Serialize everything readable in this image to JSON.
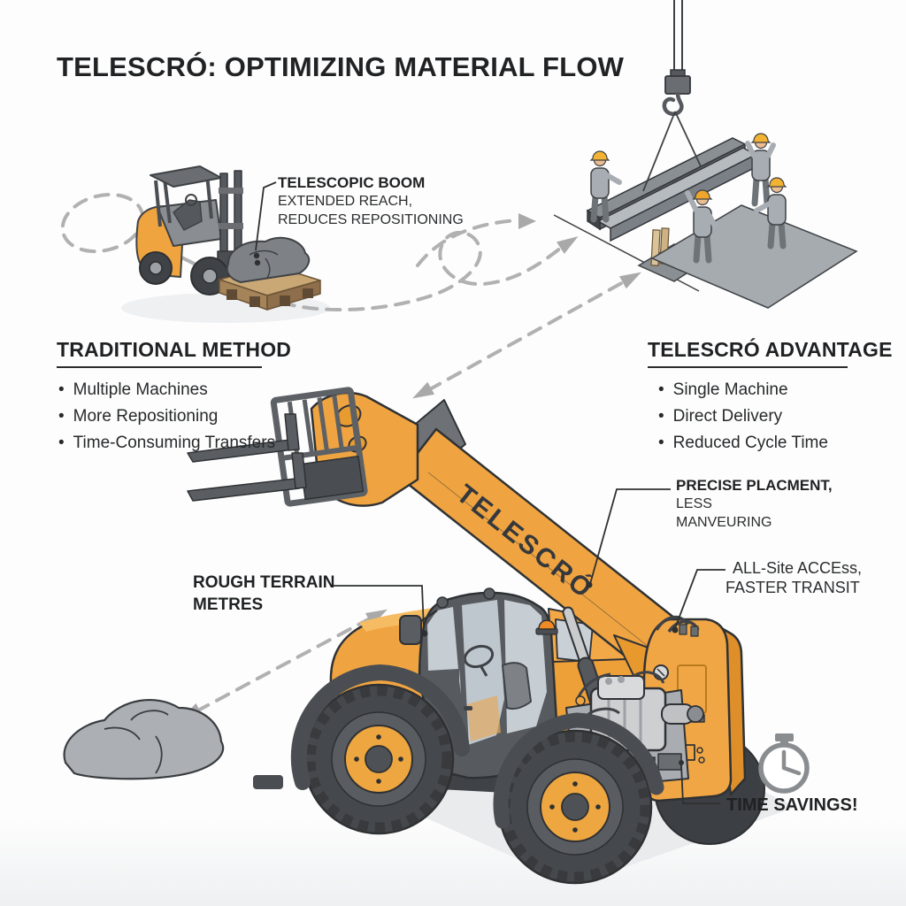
{
  "title": "TELESCRÓ: OPTIMIZING MATERIAL FLOW",
  "machine": {
    "boom_label": "TELESCRÓ"
  },
  "callouts": {
    "telescopic_boom": {
      "heading": "TELESCOPIC BOOM",
      "line1": "EXTENDED REACH,",
      "line2": "REDUCES REPOSITIONING"
    },
    "precise_placement": {
      "heading": "PRECISE PLACMENT,",
      "line1": "LESS",
      "line2": "MANVEURING"
    },
    "site_access": {
      "line1": "ALL-Site ACCEss,",
      "line2": "FASTER TRANSIT"
    },
    "rough_terrain": {
      "line1": "ROUGH TERRAIN",
      "line2": "METRES"
    },
    "time_savings": {
      "label": "TIME SAVINGS!"
    }
  },
  "traditional_method": {
    "heading": "TRADITIONAL METHOD",
    "items": [
      "Multiple Machines",
      "More Repositioning",
      "Time-Consuming Transfers"
    ]
  },
  "telescro_advantage": {
    "heading": "TELESCRÓ ADVANTAGE",
    "items": [
      "Single Machine",
      "Direct Delivery",
      "Reduced Cycle Time"
    ]
  },
  "icons": {
    "time_savings": "stopwatch-icon"
  },
  "colors": {
    "brand_orange": "#F0A441",
    "orange_shade": "#DE8F2A",
    "machine_gray": "#55585C",
    "dash_gray": "#B1B1B1",
    "leader_dark": "#2E3032",
    "text_dark": "#1F2123",
    "hat_yellow": "#F2B233",
    "steel_gray": "#9FA4A9",
    "shadow_gray": "#E9EBED"
  }
}
